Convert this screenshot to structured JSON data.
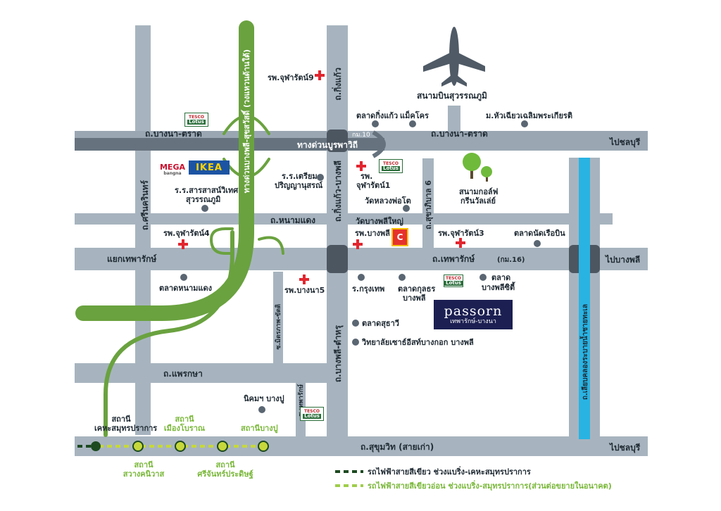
{
  "roads": {
    "bangna_trat_w": "ถ.บางนา-ตราด",
    "bangna_trat_e": "ถ.บางนา-ตราด",
    "burapha_withi": "ทางด่วนบูรพาวิถี",
    "km10": "กม.10",
    "to_chonburi_top": "ไปชลบุรี",
    "to_chonburi_bottom": "ไปชลบุรี",
    "nam_daeng": "ถ.หนามแดง",
    "wat_bang_phli_yai": "วัดบางพลีใหญ่",
    "thepharak_junction": "แยกเทพารักษ์",
    "thepharak": "ถ.เทพารักษ์",
    "thepharak_km": "(กม.16)",
    "to_bang_phli": "ไปบางพลี",
    "phraek_sa": "ถ.แพรกษา",
    "sukhumvit": "ถ.สุขุมวิท (สายเก่า)",
    "king_kaeo": "ถ.กิ่งแก้ว",
    "king_kaeo_bang_phli": "ถ.กิ่งแก้ว-บางพลี",
    "bang_phli_tamru": "ถ.บางพลี-ตำหรุ",
    "srinakarin": "ถ.ศรีนครินทร์",
    "sukhaphiban6": "ถ.สุขาภิบาล 6",
    "expressway": "ทางด่วนบางพลี-สุขสวัสดิ์ (วงแหวนด้านใต้)",
    "mitr_khao": "ซ.มิตรภาพ-ขัตติ",
    "thepharak_soi": "ซ.เทพารักษ์",
    "canal": "ถ.เลียบคลองระบายน้ำชายทะเล"
  },
  "places": {
    "airport": "สนามบินสุวรรณภูมิ",
    "chula9": "รพ.จุฬารัตน์9",
    "talad_king_kaeo": "ตลาดกิ่งแก้ว",
    "makro": "แม็คโคร",
    "huachiew": "ม.หัวเฉียวเฉลิมพระเกียรติ",
    "chula1_a": "รพ.",
    "chula1_b": "จุฬารัตน์1",
    "school_rian_a": "ร.ร.เตรียม",
    "school_rian_b": "ปริญญานุสรณ์",
    "golf_a": "สนามกอล์ฟ",
    "golf_b": "กรีนวัลเล่ย์",
    "wat_luang_pho_to": "วัดหลวงพ่อโต",
    "school_saras_a": "ร.ร.สารสาสน์วิเทศ",
    "school_saras_b": "สุวรรณภูมิ",
    "chula4": "รพ.จุฬารัตน์4",
    "bang_phli_hosp": "รพ.บางพลี",
    "chula3": "รพ.จุฬารัตน์3",
    "talad_nat_ruea_bin": "ตลาดนัดเรือบิน",
    "talad_nam_daeng": "ตลาดหนามแดง",
    "bangna5": "รพ.บางนา5",
    "krungthep_school": "ร.กรุงเทพ",
    "talad_kulsorn_a": "ตลาดกุลธร",
    "talad_kulsorn_b": "บางพลี",
    "talad_bp_city_a": "ตลาด",
    "talad_bp_city_b": "บางพลีซิตี้",
    "talad_sutawee": "ตลาดสุธาวี",
    "asian_college": "วิทยาลัยเซาธ์อีสท์บางกอก บางพลี",
    "nikom_bangpoo": "นิคมฯ บางปู"
  },
  "brands": {
    "tesco_top": "TESCO",
    "lotus": "Lotus",
    "ikea": "IKEA",
    "mega": "MEGA",
    "mega_sub": "bangna",
    "bigc": "C"
  },
  "project": {
    "name": "passorn",
    "sub": "เทพารักษ์-บางนา"
  },
  "stations": {
    "kheha_a": "สถานี",
    "kheha_b": "เคหะสมุทรปราการ",
    "sawang_a": "สถานี",
    "sawang_b": "สวางคนิวาส",
    "muang_a": "สถานี",
    "muang_b": "เมืองโบราณ",
    "srichan_a": "สถานี",
    "srichan_b": "ศรีจันทร์ประดิษฐ์",
    "bangpoo": "สถานีบางปู"
  },
  "legend": {
    "dark_green": "รถไฟฟ้าสายสีเขียว ช่วงแบริ่ง-เคหะสมุทรปราการ",
    "light_green": "รถไฟฟ้าสายสีเขียวอ่อน ช่วงแบริ่ง-สมุทรปราการ(ส่วนต่อขยายในอนาคต)"
  },
  "colors": {
    "road": "#a7b4bf",
    "major_road": "#66737f",
    "expressway": "#6aa23f",
    "canal": "#29b3e3",
    "hospital": "#e2262f",
    "dark_line": "#1d4a21",
    "light_line": "#c6d83b",
    "project_bg": "#1b1f52",
    "airplane": "#4f5a66"
  },
  "icons": [
    "airplane-icon",
    "hospital-cross-icon",
    "location-dot-icon",
    "tree-icon",
    "station-icon"
  ]
}
